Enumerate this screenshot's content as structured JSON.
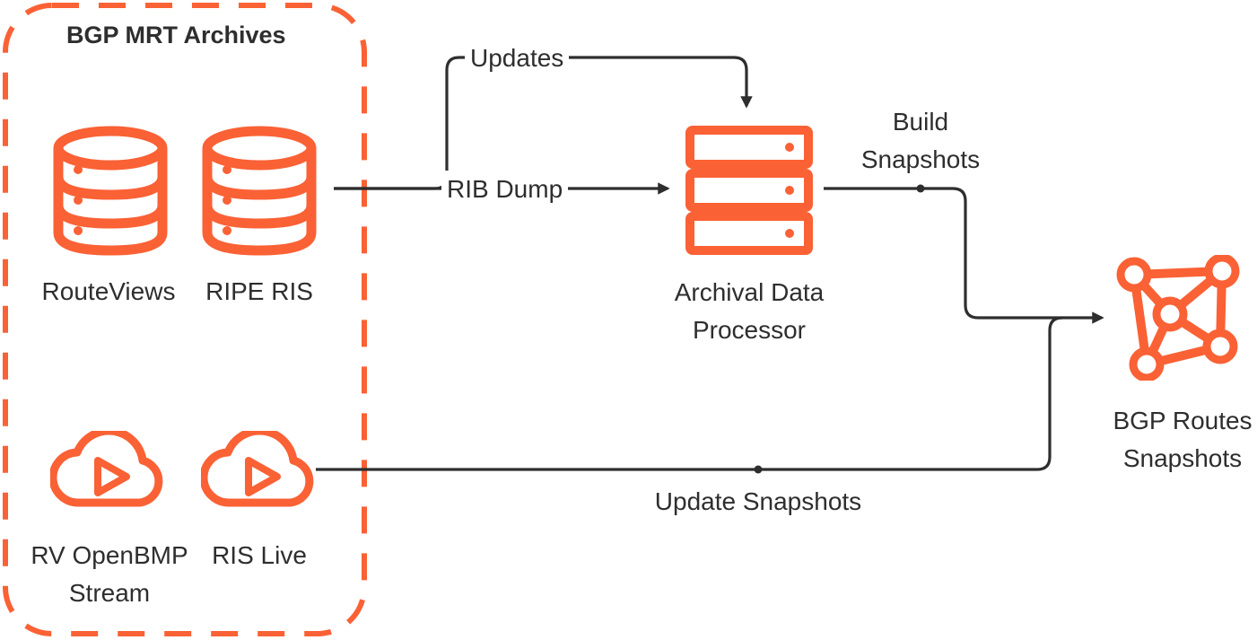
{
  "group": {
    "title": "BGP MRT Archives",
    "border_color": "#fa6135"
  },
  "sources": {
    "routeviews": {
      "label": "RouteViews",
      "icon": "database-icon"
    },
    "ripe_ris": {
      "label": "RIPE RIS",
      "icon": "database-icon"
    },
    "rv_openbmp": {
      "label_line1": "RV OpenBMP",
      "label_line2": "Stream",
      "icon": "cloud-play-icon"
    },
    "ris_live": {
      "label": "RIS Live",
      "icon": "cloud-play-icon"
    }
  },
  "processor": {
    "line1": "Archival Data",
    "line2": "Processor",
    "icon": "server-stack-icon"
  },
  "snapshots": {
    "line1": "BGP Routes",
    "line2": "Snapshots",
    "icon": "network-graph-icon"
  },
  "edges": {
    "updates": "Updates",
    "rib_dump": "RIB Dump",
    "build_line1": "Build",
    "build_line2": "Snapshots",
    "update_snapshots": "Update Snapshots"
  },
  "colors": {
    "accent": "#fa6135",
    "line": "#2e2e2e",
    "text": "#2e2e2e"
  }
}
